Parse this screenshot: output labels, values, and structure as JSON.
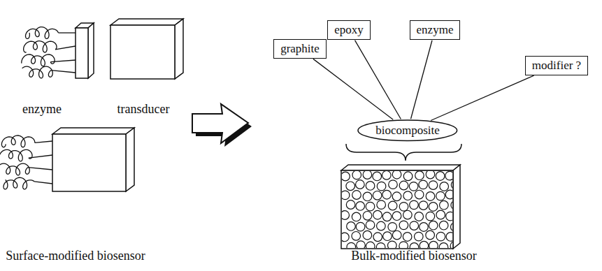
{
  "diagram": {
    "nodes": [
      {
        "text": [
          "epoxy"
        ]
      },
      {
        "text": [
          "enzyme"
        ]
      },
      {
        "text": [
          "graphite"
        ]
      },
      {
        "text": [
          "modifier ?"
        ]
      },
      {
        "text": [
          "biocomposite"
        ]
      }
    ],
    "edges": [
      {
        "from": 0,
        "to": 4,
        "arrow": "none"
      },
      {
        "from": 1,
        "to": 4,
        "arrow": "none"
      },
      {
        "from": 2,
        "to": 4,
        "arrow": "none"
      },
      {
        "from": 3,
        "to": 4,
        "arrow": "none"
      }
    ],
    "labels": [
      "enzyme",
      "transducer",
      "Surface-modified biosensor",
      "Bulk-modified biosensor"
    ]
  }
}
